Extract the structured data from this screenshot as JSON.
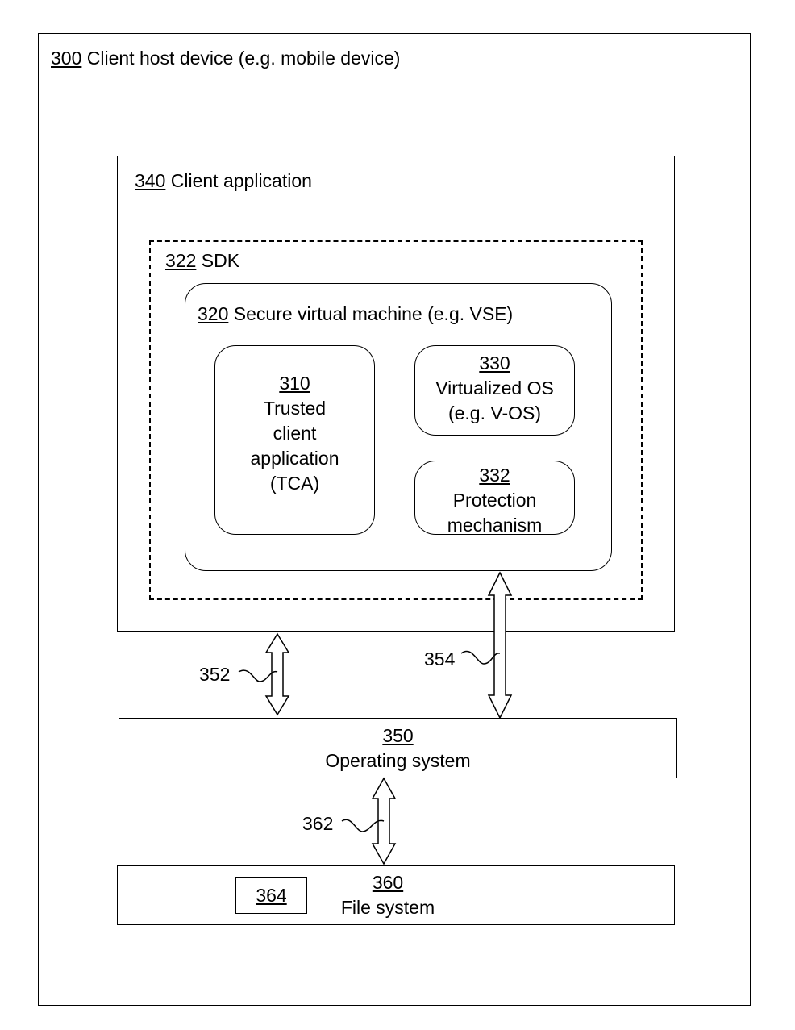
{
  "diagram": {
    "host": {
      "num": "300",
      "text": "Client host device (e.g. mobile device)"
    },
    "client_app": {
      "num": "340",
      "text": "Client application"
    },
    "sdk": {
      "num": "322",
      "text": "SDK"
    },
    "svm": {
      "num": "320",
      "text": "Secure virtual machine (e.g. VSE)"
    },
    "tca": {
      "num": "310",
      "lines": [
        "Trusted",
        "client",
        "application",
        "(TCA)"
      ]
    },
    "vos": {
      "num": "330",
      "lines": [
        "Virtualized OS",
        "(e.g. V-OS)"
      ]
    },
    "protection": {
      "num": "332",
      "lines": [
        "Protection",
        "mechanism"
      ]
    },
    "os": {
      "num": "350",
      "text": "Operating system"
    },
    "fs": {
      "num": "360",
      "text": "File system"
    },
    "fs_item": {
      "num": "364"
    },
    "callouts": {
      "c352": "352",
      "c354": "354",
      "c362": "362"
    }
  }
}
